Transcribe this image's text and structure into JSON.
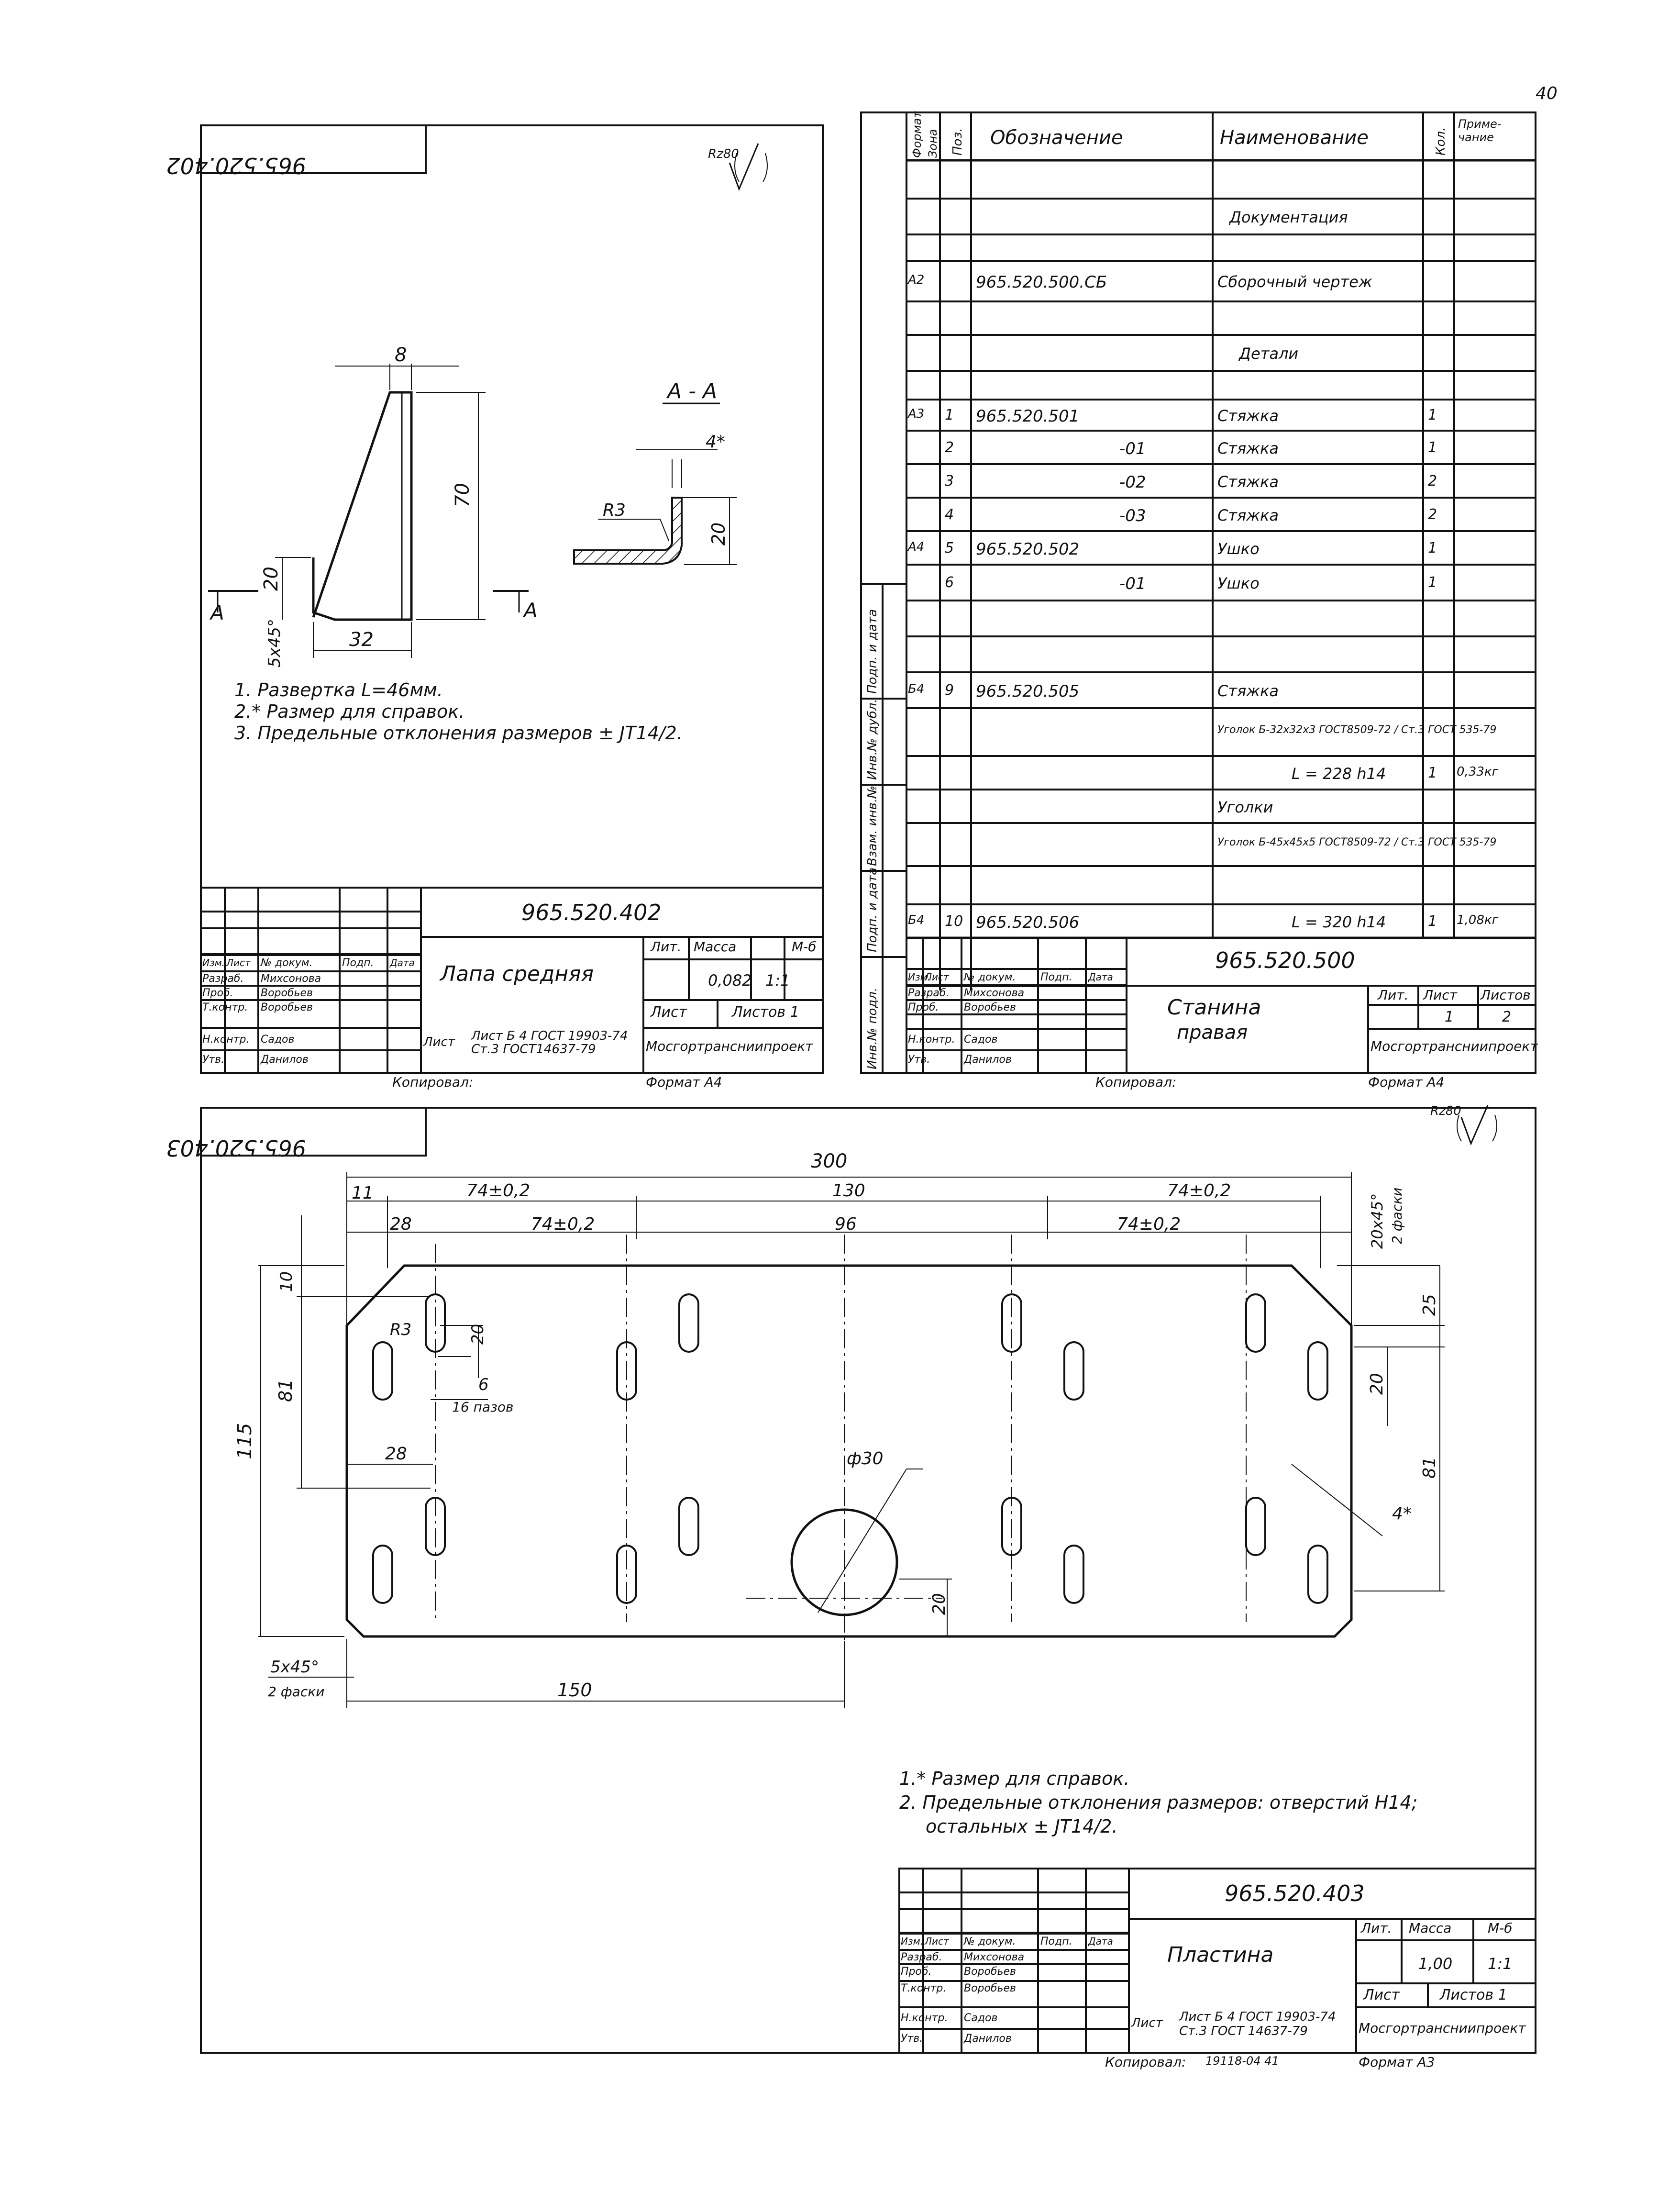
{
  "page_number": "40",
  "sheet1": {
    "code_rotated": "965.520.402",
    "roughness": "Rz80",
    "section_label": "А - А",
    "dims": {
      "d8": "8",
      "d70": "70",
      "d20": "20",
      "d32": "32",
      "d5x45": "5x45°",
      "r3": "R3",
      "d4": "4*",
      "d20b": "20",
      "a1": "A",
      "a2": "A"
    },
    "notes": [
      "1. Развертка  L=46мм.",
      "2.* Размер  для справок.",
      "3. Предельные  отклонения  размеров ± JT14/2."
    ],
    "title_block": {
      "code": "965.520.402",
      "name": "Лапа средняя",
      "massa": "0,082",
      "scale": "1:1",
      "h_lit": "Лит.",
      "h_massa": "Масса",
      "h_m": "М-б",
      "h_list": "Лист",
      "h_listov": "Листов 1",
      "rows": [
        "Изм.",
        "Лист",
        "№ докум.",
        "Подп.",
        "Дата"
      ],
      "people": [
        [
          "Разраб.",
          "Михсонова"
        ],
        [
          "Проб.",
          "Воробьев"
        ],
        [
          "Т.контр.",
          "Воробьев"
        ],
        [
          "Н.контр.",
          "Садов"
        ],
        [
          "Утв.",
          "Данилов"
        ]
      ],
      "material1": "Лист Б 4 ГОСТ 19903-74",
      "material2": "Ст.3 ГОСТ14637-79",
      "org": "Мосгортрансниипроект",
      "kopiroval": "Копировал:",
      "format": "Формат А4"
    }
  },
  "sheet2": {
    "headers": [
      "Формат",
      "Зона",
      "Поз.",
      "Обозначение",
      "Наименование",
      "Кол.",
      "Приме-чание"
    ],
    "rows": [
      {
        "f": "",
        "z": "",
        "p": "",
        "d": "",
        "n": "",
        "k": "",
        "pr": ""
      },
      {
        "f": "",
        "z": "",
        "p": "",
        "d": "",
        "n": "Документация",
        "k": "",
        "pr": ""
      },
      {
        "f": "",
        "z": "",
        "p": "",
        "d": "",
        "n": "",
        "k": "",
        "pr": ""
      },
      {
        "f": "А2",
        "z": "",
        "p": "",
        "d": "965.520.500.СБ",
        "n": "Сборочный чертеж",
        "k": "",
        "pr": ""
      },
      {
        "f": "",
        "z": "",
        "p": "",
        "d": "",
        "n": "",
        "k": "",
        "pr": ""
      },
      {
        "f": "",
        "z": "",
        "p": "",
        "d": "",
        "n": "Детали",
        "k": "",
        "pr": ""
      },
      {
        "f": "",
        "z": "",
        "p": "",
        "d": "",
        "n": "",
        "k": "",
        "pr": ""
      },
      {
        "f": "А3",
        "z": "",
        "p": "1",
        "d": "965.520.501",
        "n": "Стяжка",
        "k": "1",
        "pr": ""
      },
      {
        "f": "",
        "z": "",
        "p": "2",
        "d": "-01",
        "n": "Стяжка",
        "k": "1",
        "pr": ""
      },
      {
        "f": "",
        "z": "",
        "p": "3",
        "d": "-02",
        "n": "Стяжка",
        "k": "2",
        "pr": ""
      },
      {
        "f": "",
        "z": "",
        "p": "4",
        "d": "-03",
        "n": "Стяжка",
        "k": "2",
        "pr": ""
      },
      {
        "f": "А4",
        "z": "",
        "p": "5",
        "d": "965.520.502",
        "n": "Ушко",
        "k": "1",
        "pr": ""
      },
      {
        "f": "",
        "z": "",
        "p": "6",
        "d": "-01",
        "n": "Ушко",
        "k": "1",
        "pr": ""
      },
      {
        "f": "",
        "z": "",
        "p": "",
        "d": "",
        "n": "",
        "k": "",
        "pr": ""
      },
      {
        "f": "",
        "z": "",
        "p": "",
        "d": "",
        "n": "",
        "k": "",
        "pr": ""
      },
      {
        "f": "Б4",
        "z": "",
        "p": "9",
        "d": "965.520.505",
        "n": "Стяжка",
        "k": "",
        "pr": ""
      },
      {
        "f": "",
        "z": "",
        "p": "",
        "d": "",
        "n": "Уголок Б-32х32х3 ГОСТ8509-72 / Ст.3 ГОСТ 535-79",
        "k": "",
        "pr": ""
      },
      {
        "f": "",
        "z": "",
        "p": "",
        "d": "",
        "n": "L = 228 h14",
        "k": "1",
        "pr": "0,33кг"
      },
      {
        "f": "",
        "z": "",
        "p": "",
        "d": "",
        "n": "Уголки",
        "k": "",
        "pr": ""
      },
      {
        "f": "",
        "z": "",
        "p": "",
        "d": "",
        "n": "Уголок Б-45х45х5 ГОСТ8509-72 / Ст.3 ГОСТ 535-79",
        "k": "",
        "pr": ""
      },
      {
        "f": "Б4",
        "z": "",
        "p": "10",
        "d": "965.520.506",
        "n": "L = 320 h14",
        "k": "1",
        "pr": "1,08кг"
      }
    ],
    "side_labels": [
      "Инв.№ подл.",
      "Подп. и дата",
      "Взам. инв.№",
      "Инв.№ дубл.",
      "Подп. и дата"
    ],
    "title_block": {
      "code": "965.520.500",
      "name1": "Станина",
      "name2": "правая",
      "h_lit": "Лит.",
      "h_list": "Лист",
      "h_listov": "Листов",
      "list": "1",
      "listov": "2",
      "rows": [
        "Изм.",
        "Лист",
        "№ докум.",
        "Подп.",
        "Дата"
      ],
      "people": [
        [
          "Разраб.",
          "Михсонова"
        ],
        [
          "Проб.",
          "Воробьев"
        ],
        [
          "Н.контр.",
          "Садов"
        ],
        [
          "Утв.",
          "Данилов"
        ]
      ],
      "org": "Мосгортрансниипроект",
      "kopiroval": "Копировал:",
      "format": "Формат А4"
    }
  },
  "sheet3": {
    "code_rotated": "965.520.403",
    "roughness": "Rz80",
    "dims": {
      "d300": "300",
      "d11": "11",
      "d74a": "74±0,2",
      "d130": "130",
      "d74b": "74±0,2",
      "d28": "28",
      "d74c": "74±0,2",
      "d96": "96",
      "d74d": "74±0,2",
      "d10": "10",
      "d115": "115",
      "d81": "81",
      "r3": "R3",
      "d20": "20",
      "d6": "6",
      "d16": "16 пазов",
      "d28b": "28",
      "phi30": "ф30",
      "d20c": "20",
      "d150": "150",
      "d5x45": "5х45°",
      "d5x45b": "2 фаски",
      "d20x45": "20х45°",
      "d20x45b": "2 фаски",
      "d25": "25",
      "d20r": "20",
      "d81r": "81",
      "d4": "4*"
    },
    "notes": [
      "1.* Размер  для справок.",
      "2. Предельные  отклонения  размеров: отверстий H14;",
      "остальных ± JT14/2."
    ],
    "title_block": {
      "code": "965.520.403",
      "name": "Пластина",
      "massa": "1,00",
      "scale": "1:1",
      "h_lit": "Лит.",
      "h_massa": "Масса",
      "h_m": "М-б",
      "h_list": "Лист",
      "h_listov": "Листов 1",
      "rows": [
        "Изм.",
        "Лист",
        "№ докум.",
        "Подп.",
        "Дата"
      ],
      "people": [
        [
          "Разраб.",
          "Михсонова"
        ],
        [
          "Проб.",
          "Воробьев"
        ],
        [
          "Т.контр.",
          "Воробьев"
        ],
        [
          "Н.контр.",
          "Садов"
        ],
        [
          "Утв.",
          "Данилов"
        ]
      ],
      "material1": "Лист Б 4 ГОСТ 19903-74",
      "material2": "Ст.3 ГОСТ 14637-79",
      "org": "Мосгортрансниипроект",
      "kopiroval": "Копировал:",
      "kop_num": "19118-04   41",
      "format": "Формат А3"
    }
  }
}
